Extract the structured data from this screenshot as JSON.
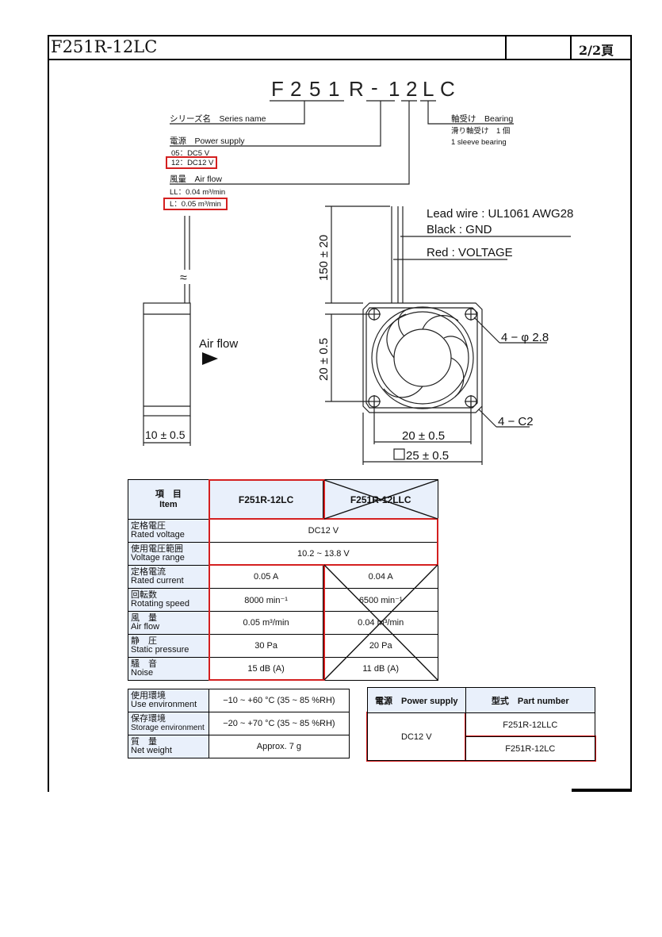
{
  "header": {
    "title": "F251R-12LC",
    "page": "2/2頁"
  },
  "model_code": {
    "chars": [
      "F",
      "2",
      "5",
      "1",
      "R",
      "-",
      "1",
      "2",
      "L",
      "C"
    ],
    "series": "シリーズ名　Series name",
    "power_title": "電源　Power supply",
    "power_opt1": "05：DC5 V",
    "power_opt2": "12：DC12 V",
    "air_title": "風量　Air flow",
    "air_opt1": "LL：0.04 m³/min",
    "air_opt2": "L：0.05 m³/min",
    "bearing_title": "軸受け　Bearing",
    "bearing_jp": "滑り軸受け　1 個",
    "bearing_en": "1 sleeve bearing"
  },
  "drawing": {
    "lead_wire": "Lead wire : UL1061  AWG28",
    "black": "Black : GND",
    "red": "Red : VOLTAGE",
    "dim_150": "150 ± 20",
    "dim_20v": "20 ± 0.5",
    "holes": "4 − φ 2.8",
    "chamfer": "4 − C2",
    "dim_20h": "20 ± 0.5",
    "dim_25": "25 ± 0.5",
    "air_flow": "Air flow",
    "dim_10": "10 ± 0.5",
    "wave": "≈"
  },
  "spec": {
    "item_jp": "項　目",
    "item_en": "Item",
    "model1": "F251R-12LC",
    "model2": "F251R-12LLC",
    "rows": [
      {
        "jp": "定格電圧",
        "en": "Rated voltage",
        "v": "DC12 V"
      },
      {
        "jp": "使用電圧範囲",
        "en": "Voltage range",
        "v": "10.2 ~ 13.8 V"
      },
      {
        "jp": "定格電流",
        "en": "Rated current",
        "v1": "0.05 A",
        "v2": "0.04 A"
      },
      {
        "jp": "回転数",
        "en": "Rotating speed",
        "v1": "8000 min⁻¹",
        "v2": "6500 min⁻¹"
      },
      {
        "jp": "風　量",
        "en": "Air flow",
        "v1": "0.05 m³/min",
        "v2": "0.04 m³/min"
      },
      {
        "jp": "静　圧",
        "en": "Static pressure",
        "v1": "30 Pa",
        "v2": "20 Pa"
      },
      {
        "jp": "騒　音",
        "en": "Noise",
        "v1": "15 dB (A)",
        "v2": "11 dB (A)"
      }
    ]
  },
  "env": [
    {
      "jp": "使用環境",
      "en": "Use environment",
      "v": "−10 ~ +60 °C (35 ~ 85 %RH)"
    },
    {
      "jp": "保存環境",
      "en": "Storage environment",
      "v": "−20 ~ +70 °C (35 ~ 85 %RH)"
    },
    {
      "jp": "質　量",
      "en": "Net weight",
      "v": "Approx. 7 g"
    }
  ],
  "parts": {
    "col1": "電源　Power supply",
    "col2": "型式　Part number",
    "power": "DC12 V",
    "p1": "F251R-12LLC",
    "p2": "F251R-12LC"
  },
  "colors": {
    "highlight": "#d42020",
    "cell_bg": "#e9f0fb"
  }
}
